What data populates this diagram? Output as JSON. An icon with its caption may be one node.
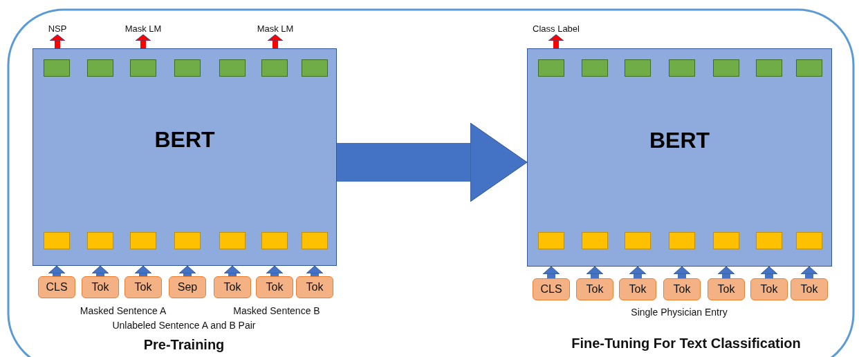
{
  "diagram": {
    "nodes": [
      {
        "text": [
          "BERT"
        ]
      },
      {
        "text": [],
        "shape": "box",
        "in": 0
      },
      {
        "text": [],
        "shape": "box",
        "in": 0
      },
      {
        "text": [],
        "shape": "box",
        "in": 0
      },
      {
        "text": [],
        "shape": "box",
        "in": 0
      },
      {
        "text": [],
        "shape": "box",
        "in": 0
      },
      {
        "text": [],
        "shape": "box",
        "in": 0
      },
      {
        "text": [],
        "shape": "box",
        "in": 0
      },
      {
        "text": [],
        "shape": "box",
        "in": 0
      },
      {
        "text": [],
        "shape": "box",
        "in": 0
      },
      {
        "text": [],
        "shape": "box",
        "in": 0
      },
      {
        "text": [],
        "shape": "box",
        "in": 0
      },
      {
        "text": [],
        "shape": "box",
        "in": 0
      },
      {
        "text": [],
        "shape": "box",
        "in": 0
      },
      {
        "text": [],
        "shape": "box",
        "in": 0
      },
      {
        "text": [
          "CLS"
        ]
      },
      {
        "text": [
          "Tok"
        ]
      },
      {
        "text": [
          "Tok"
        ]
      },
      {
        "text": [
          "Sep"
        ]
      },
      {
        "text": [
          "Tok"
        ]
      },
      {
        "text": [
          "Tok"
        ]
      },
      {
        "text": [
          "Tok"
        ]
      },
      {
        "text": [
          "NSP"
        ]
      },
      {
        "text": [
          "Mask LM"
        ]
      },
      {
        "text": [
          "Mask LM"
        ]
      },
      {
        "text": [
          "BERT"
        ]
      },
      {
        "text": [],
        "shape": "box",
        "in": 25
      },
      {
        "text": [],
        "shape": "box",
        "in": 25
      },
      {
        "text": [],
        "shape": "box",
        "in": 25
      },
      {
        "text": [],
        "shape": "box",
        "in": 25
      },
      {
        "text": [],
        "shape": "box",
        "in": 25
      },
      {
        "text": [],
        "shape": "box",
        "in": 25
      },
      {
        "text": [],
        "shape": "box",
        "in": 25
      },
      {
        "text": [],
        "shape": "box",
        "in": 25
      },
      {
        "text": [],
        "shape": "box",
        "in": 25
      },
      {
        "text": [],
        "shape": "box",
        "in": 25
      },
      {
        "text": [],
        "shape": "box",
        "in": 25
      },
      {
        "text": [],
        "shape": "box",
        "in": 25
      },
      {
        "text": [],
        "shape": "box",
        "in": 25
      },
      {
        "text": [],
        "shape": "box",
        "in": 25
      },
      {
        "text": [
          "CLS"
        ]
      },
      {
        "text": [
          "Tok"
        ]
      },
      {
        "text": [
          "Tok"
        ]
      },
      {
        "text": [
          "Tok"
        ]
      },
      {
        "text": [
          "Tok"
        ]
      },
      {
        "text": [
          "Tok"
        ]
      },
      {
        "text": [
          "Tok"
        ]
      },
      {
        "text": [
          "Class Label"
        ]
      }
    ],
    "edges": [
      {
        "from": 0,
        "to": 22,
        "arrow": "to",
        "color": "#ff0000"
      },
      {
        "from": 0,
        "to": 23,
        "arrow": "to",
        "color": "#ff0000"
      },
      {
        "from": 0,
        "to": 24,
        "arrow": "to",
        "color": "#ff0000"
      },
      {
        "from": 15,
        "to": 0,
        "arrow": "to"
      },
      {
        "from": 16,
        "to": 0,
        "arrow": "to"
      },
      {
        "from": 17,
        "to": 0,
        "arrow": "to"
      },
      {
        "from": 18,
        "to": 0,
        "arrow": "to"
      },
      {
        "from": 19,
        "to": 0,
        "arrow": "to"
      },
      {
        "from": 20,
        "to": 0,
        "arrow": "to"
      },
      {
        "from": 21,
        "to": 0,
        "arrow": "to"
      },
      {
        "from": 0,
        "to": 25,
        "arrow": "to",
        "style": "thick"
      },
      {
        "from": 40,
        "to": 25,
        "arrow": "to"
      },
      {
        "from": 41,
        "to": 25,
        "arrow": "to"
      },
      {
        "from": 42,
        "to": 25,
        "arrow": "to"
      },
      {
        "from": 43,
        "to": 25,
        "arrow": "to"
      },
      {
        "from": 44,
        "to": 25,
        "arrow": "to"
      },
      {
        "from": 45,
        "to": 25,
        "arrow": "to"
      },
      {
        "from": 46,
        "to": 25,
        "arrow": "to"
      },
      {
        "from": 25,
        "to": 47,
        "arrow": "to",
        "color": "#ff0000"
      }
    ],
    "labels": [
      "Masked Sentence A",
      "Masked Sentence B",
      "Unlabeled Sentence A and B Pair",
      "Pre-Training",
      "Single Physician Entry",
      "Fine-Tuning For Text Classification"
    ]
  }
}
